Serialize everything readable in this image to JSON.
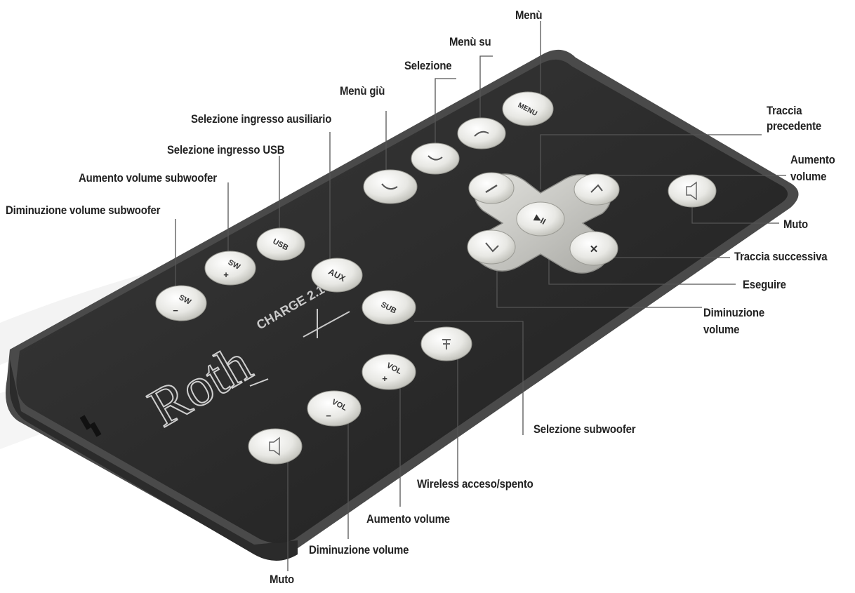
{
  "remote": {
    "brand_logo": "Roth",
    "model_label": "CHARGE 2.1",
    "buttons": {
      "menu": "MENU",
      "usb": "USB",
      "aux": "AUX",
      "sub": "SUB",
      "sw_plus": "SW",
      "sw_minus": "SW",
      "vol_plus": "VOL",
      "vol_minus": "VOL",
      "plus_sign": "+",
      "minus_sign": "−",
      "play_symbol": "▶II",
      "next_symbol": "✕"
    }
  },
  "labels": {
    "menu": "Menù",
    "menu_up": "Menù su",
    "select": "Selezione",
    "menu_down": "Menù giù",
    "aux_input": "Selezione ingresso ausiliario",
    "usb_input": "Selezione ingresso USB",
    "sub_vol_up": "Aumento volume subwoofer",
    "sub_vol_down": "Diminuzione volume subwoofer",
    "prev_track_1": "Traccia",
    "prev_track_2": "precedente",
    "vol_up_right_1": "Aumento",
    "vol_up_right_2": "volume",
    "mute_right": "Muto",
    "next_track": "Traccia successiva",
    "play": "Eseguire",
    "vol_down_right_1": "Diminuzione",
    "vol_down_right_2": "volume",
    "sub_select": "Selezione subwoofer",
    "wireless": "Wireless acceso/spento",
    "vol_up_bottom": "Aumento volume",
    "vol_down_bottom": "Diminuzione volume",
    "mute_bottom": "Muto"
  }
}
